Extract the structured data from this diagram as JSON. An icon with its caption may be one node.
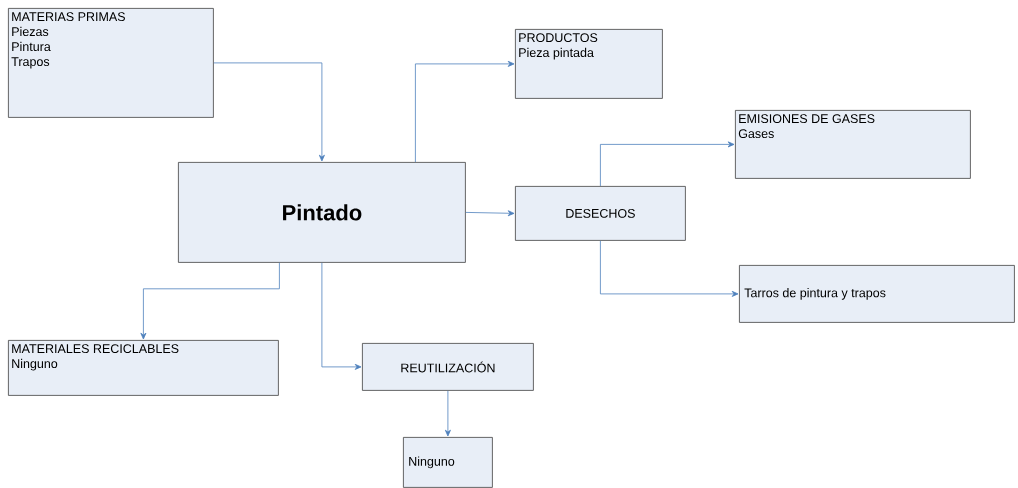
{
  "diagram": {
    "nodes": [
      {
        "text": [
          "MATERIAS PRIMAS",
          "Piezas",
          "Pintura",
          "Trapos"
        ]
      },
      {
        "text": [
          "Pintado"
        ]
      },
      {
        "text": [
          "PRODUCTOS",
          "Pieza pintada"
        ]
      },
      {
        "text": [
          "DESECHOS"
        ]
      },
      {
        "text": [
          "EMISIONES DE GASES",
          "Gases"
        ]
      },
      {
        "text": [
          "Tarros de pintura y trapos"
        ]
      },
      {
        "text": [
          "MATERIALES RECICLABLES",
          "Ninguno"
        ]
      },
      {
        "text": [
          "REUTILIZACIÓN"
        ]
      },
      {
        "text": [
          "Ninguno"
        ]
      }
    ],
    "edges": [
      {
        "from": 0,
        "to": 1,
        "arrow": "to"
      },
      {
        "from": 1,
        "to": 2,
        "arrow": "to"
      },
      {
        "from": 1,
        "to": 3,
        "arrow": "to"
      },
      {
        "from": 3,
        "to": 4,
        "arrow": "to"
      },
      {
        "from": 3,
        "to": 5,
        "arrow": "to"
      },
      {
        "from": 1,
        "to": 6,
        "arrow": "to"
      },
      {
        "from": 1,
        "to": 7,
        "arrow": "to"
      },
      {
        "from": 7,
        "to": 8,
        "arrow": "to"
      }
    ]
  }
}
